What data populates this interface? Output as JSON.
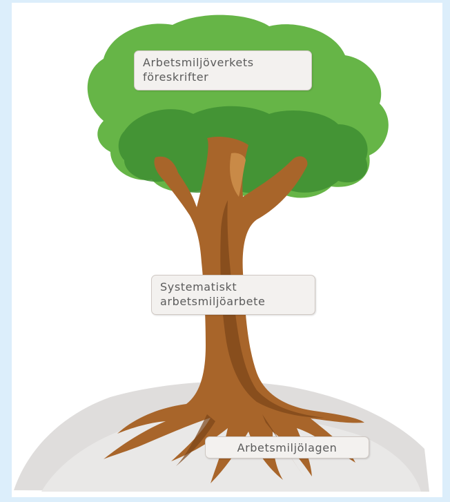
{
  "labels": {
    "top": [
      "Arbetsmiljöverkets",
      "föreskrifter"
    ],
    "middle": [
      "Systematiskt",
      "arbetsmiljöarbete"
    ],
    "bottom": "Arbetsmiljölagen"
  },
  "colors": {
    "page_background": "#dceefb",
    "crown_light": "#66b547",
    "crown_dark": "#3e8e32",
    "trunk": "#a8652a",
    "trunk_shadow": "#7a4418",
    "ground": "#dedcdb"
  }
}
